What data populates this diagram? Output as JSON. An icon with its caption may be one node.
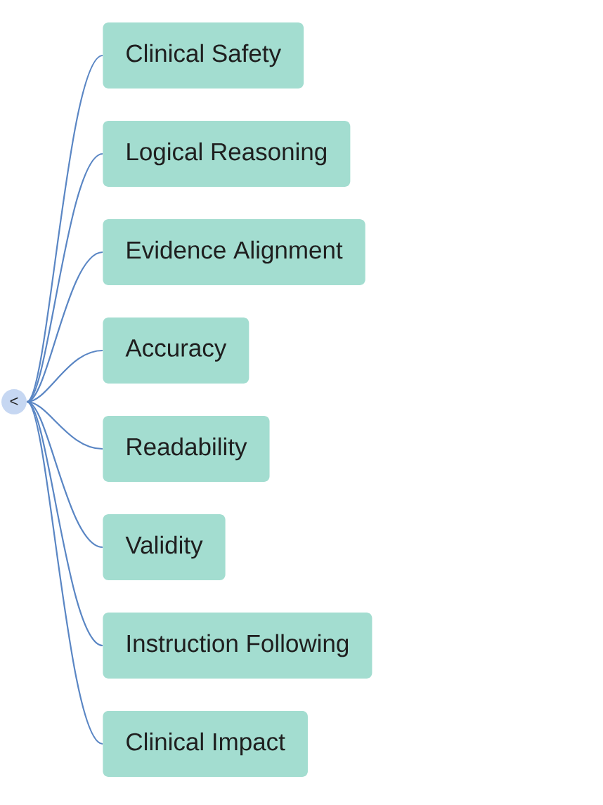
{
  "diagram": {
    "nodes": [
      {
        "text": [
          "<"
        ]
      },
      {
        "text": [
          "Clinical Safety"
        ]
      },
      {
        "text": [
          "Logical Reasoning"
        ]
      },
      {
        "text": [
          "Evidence Alignment"
        ]
      },
      {
        "text": [
          "Accuracy"
        ]
      },
      {
        "text": [
          "Readability"
        ]
      },
      {
        "text": [
          "Validity"
        ]
      },
      {
        "text": [
          "Instruction Following"
        ]
      },
      {
        "text": [
          "Clinical Impact"
        ]
      }
    ],
    "edges": [
      {
        "from": 0,
        "to": 1,
        "arrow": "none"
      },
      {
        "from": 0,
        "to": 2,
        "arrow": "none"
      },
      {
        "from": 0,
        "to": 3,
        "arrow": "none"
      },
      {
        "from": 0,
        "to": 4,
        "arrow": "none"
      },
      {
        "from": 0,
        "to": 5,
        "arrow": "none"
      },
      {
        "from": 0,
        "to": 6,
        "arrow": "none"
      },
      {
        "from": 0,
        "to": 7,
        "arrow": "none"
      },
      {
        "from": 0,
        "to": 8,
        "arrow": "none"
      }
    ]
  }
}
